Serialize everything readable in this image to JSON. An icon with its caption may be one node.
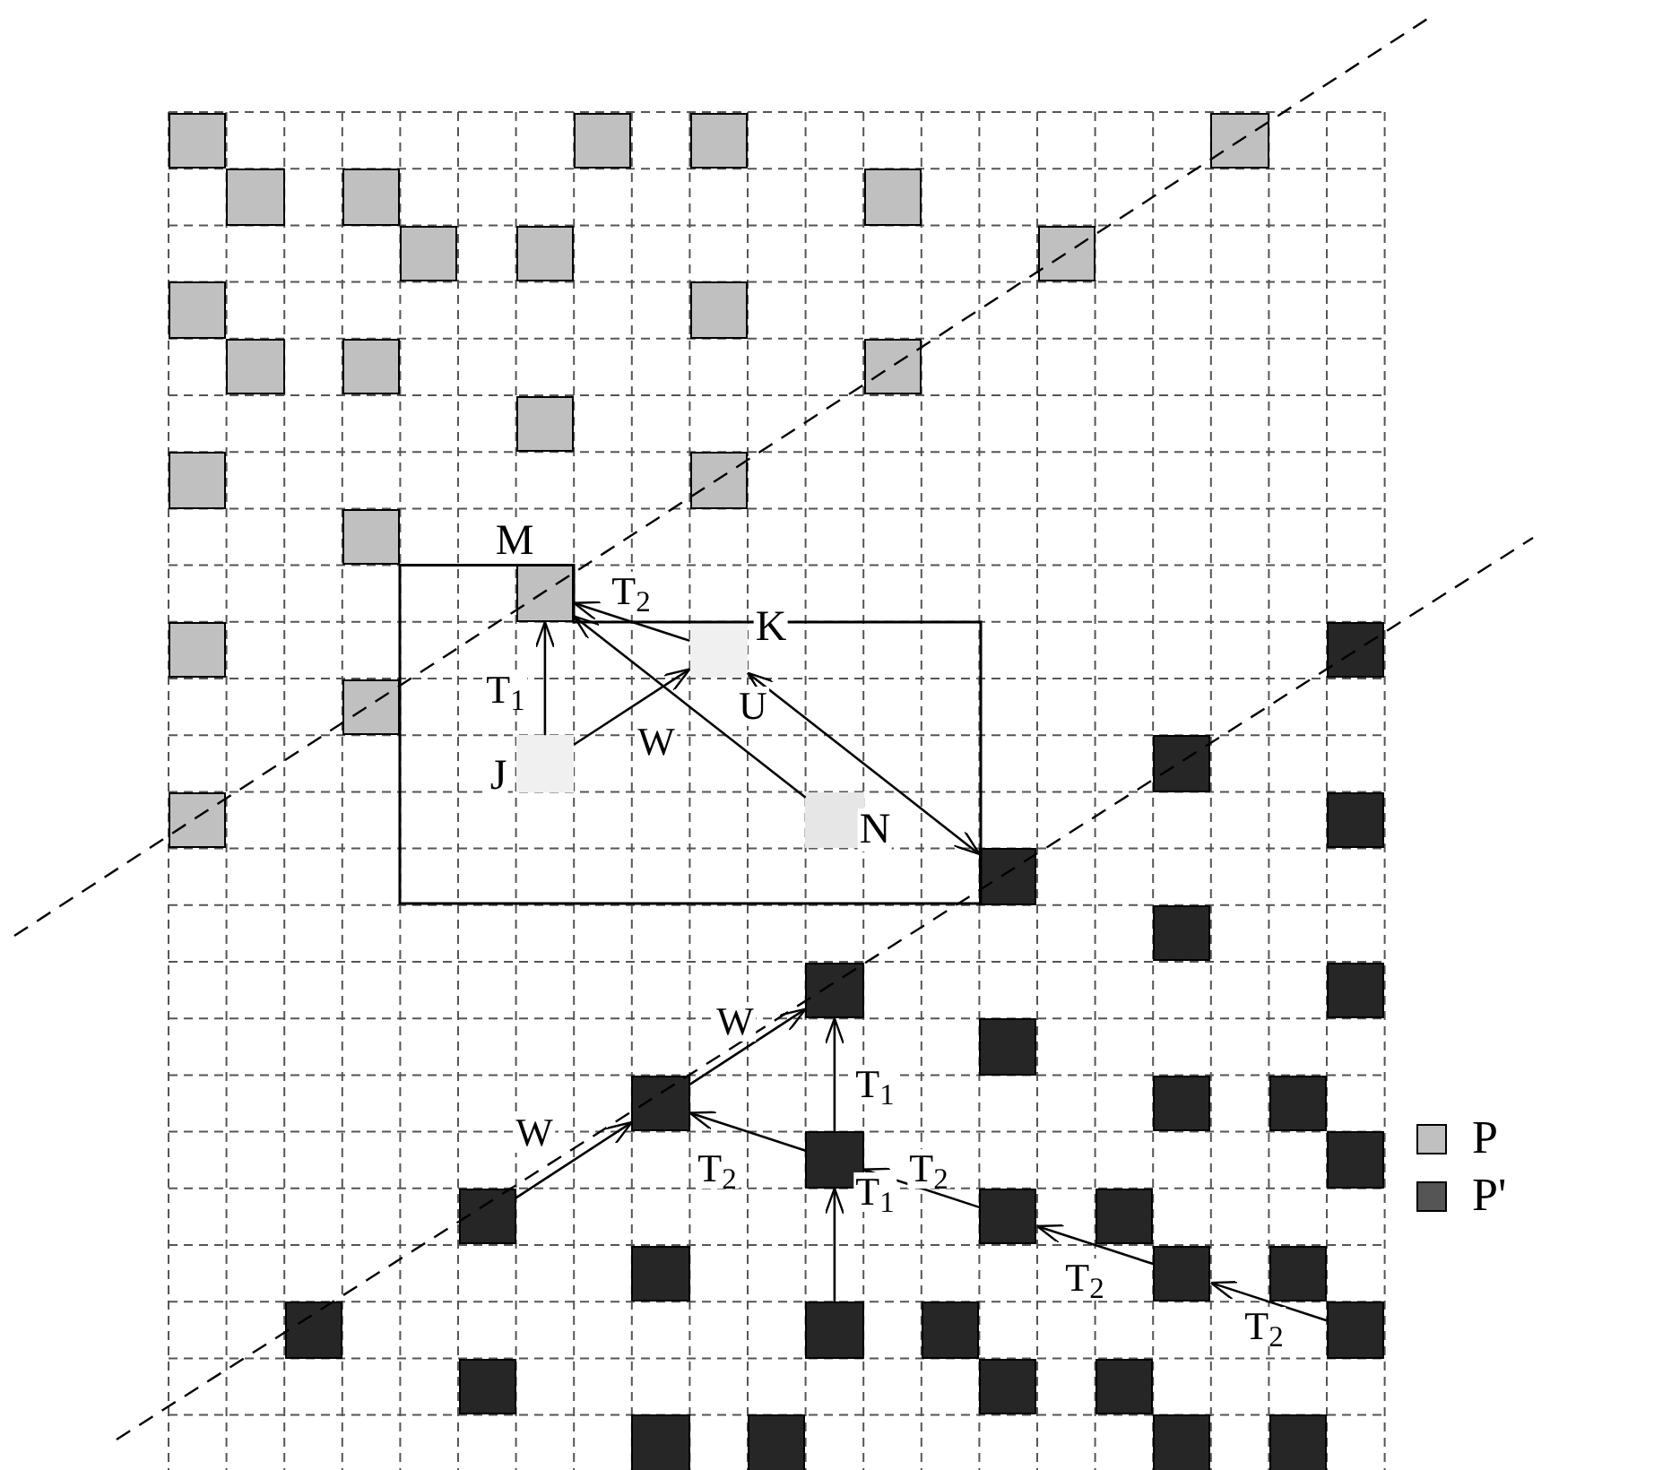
{
  "diagram": {
    "nodes": [
      {
        "text": [],
        "shape": "box"
      },
      {
        "text": [],
        "shape": "box"
      },
      {
        "text": [],
        "shape": "box"
      },
      {
        "text": [],
        "shape": "box"
      },
      {
        "text": [],
        "shape": "box"
      },
      {
        "text": [],
        "shape": "box"
      },
      {
        "text": [],
        "shape": "box"
      },
      {
        "text": [],
        "shape": "box"
      },
      {
        "text": [],
        "shape": "box"
      },
      {
        "text": [],
        "shape": "box"
      },
      {
        "text": [],
        "shape": "box"
      },
      {
        "text": [],
        "shape": "box"
      },
      {
        "text": [],
        "shape": "box"
      },
      {
        "text": [],
        "shape": "box"
      },
      {
        "text": [],
        "shape": "box"
      },
      {
        "text": [],
        "shape": "box"
      },
      {
        "text": [],
        "shape": "box"
      },
      {
        "text": [],
        "shape": "box"
      },
      {
        "text": [],
        "shape": "box"
      },
      {
        "text": [],
        "shape": "box",
        "beside": [
          "M"
        ]
      },
      {
        "text": [],
        "shape": "box"
      },
      {
        "text": [],
        "shape": "box",
        "beside": [
          "K"
        ]
      },
      {
        "text": [],
        "shape": "box"
      },
      {
        "text": [],
        "shape": "box"
      },
      {
        "text": [],
        "shape": "box",
        "beside": [
          "J"
        ]
      },
      {
        "text": [],
        "shape": "box"
      },
      {
        "text": [],
        "shape": "box"
      },
      {
        "text": [],
        "shape": "box",
        "beside": [
          "N"
        ]
      },
      {
        "text": [],
        "shape": "box"
      },
      {
        "text": [],
        "shape": "box"
      },
      {
        "text": [],
        "shape": "box"
      },
      {
        "text": [],
        "shape": "box"
      },
      {
        "text": [],
        "shape": "box"
      },
      {
        "text": [],
        "shape": "box"
      },
      {
        "text": [],
        "shape": "box"
      },
      {
        "text": [],
        "shape": "box"
      },
      {
        "text": [],
        "shape": "box"
      },
      {
        "text": [],
        "shape": "box"
      },
      {
        "text": [],
        "shape": "box"
      },
      {
        "text": [],
        "shape": "box"
      },
      {
        "text": [],
        "shape": "box"
      },
      {
        "text": [],
        "shape": "box"
      },
      {
        "text": [],
        "shape": "box"
      },
      {
        "text": [],
        "shape": "box"
      },
      {
        "text": [],
        "shape": "box"
      },
      {
        "text": [],
        "shape": "box"
      },
      {
        "text": [],
        "shape": "box"
      },
      {
        "text": [],
        "shape": "box"
      },
      {
        "text": [],
        "shape": "box"
      },
      {
        "text": [],
        "shape": "box"
      },
      {
        "text": [],
        "shape": "box"
      },
      {
        "text": [],
        "shape": "box"
      },
      {
        "text": [],
        "shape": "box"
      },
      {
        "text": [],
        "shape": "box"
      },
      {
        "text": [],
        "shape": "box"
      },
      {
        "text": [],
        "shape": "box"
      }
    ],
    "edges": [
      {
        "from": 24,
        "to": 19,
        "arrow": "to",
        "label": "T$_{1}$"
      },
      {
        "from": 21,
        "to": 19,
        "arrow": "to",
        "label": "T$_{2}$"
      },
      {
        "from": 24,
        "to": 21,
        "arrow": "to",
        "label": "W"
      },
      {
        "from": 27,
        "to": 19,
        "arrow": "to"
      },
      {
        "from": 29,
        "to": 21,
        "arrow": "both",
        "label": "U"
      },
      {
        "from": 39,
        "to": 34,
        "arrow": "to",
        "label": "W"
      },
      {
        "from": 34,
        "to": 31,
        "arrow": "to",
        "label": "W"
      },
      {
        "from": 46,
        "to": 37,
        "arrow": "to",
        "label": "T$_{1}$"
      },
      {
        "from": 37,
        "to": 31,
        "arrow": "to",
        "label": "T$_{1}$"
      },
      {
        "from": 48,
        "to": 43,
        "arrow": "to",
        "label": "T$_{2}$"
      },
      {
        "from": 43,
        "to": 40,
        "arrow": "to",
        "label": "T$_{2}$"
      },
      {
        "from": 40,
        "to": 37,
        "arrow": "to",
        "label": "T$_{2}$"
      },
      {
        "from": 37,
        "to": 34,
        "arrow": "to",
        "label": "T$_{2}$"
      }
    ],
    "legend": [
      {
        "text": "P",
        "color": "#c0c0c0"
      },
      {
        "text": "P'",
        "color": "#555555"
      }
    ]
  }
}
